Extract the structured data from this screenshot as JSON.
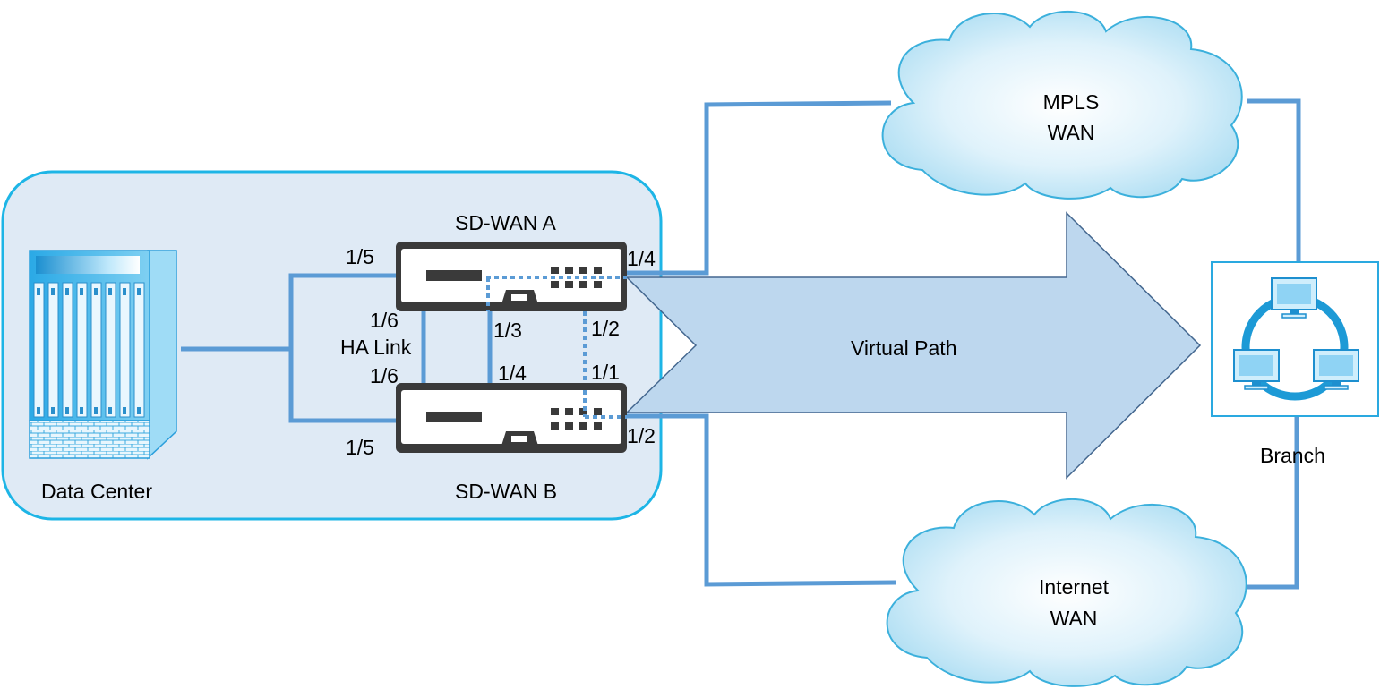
{
  "data_center": {
    "label": "Data Center"
  },
  "sdwan_a": {
    "label": "SD-WAN A"
  },
  "sdwan_b": {
    "label": "SD-WAN B"
  },
  "ports": {
    "a_left": "1/5",
    "a_right": "1/4",
    "a_ha": "1/6",
    "a_mid": "1/3",
    "a_down": "1/2",
    "b_left": "1/5",
    "b_right": "1/2",
    "b_ha": "1/6",
    "b_mid": "1/4",
    "b_up": "1/1"
  },
  "ha_link": {
    "label": "HA Link"
  },
  "virtual_path": {
    "label": "Virtual Path"
  },
  "mpls": {
    "line1": "MPLS",
    "line2": "WAN"
  },
  "internet": {
    "line1": "Internet",
    "line2": "WAN"
  },
  "branch": {
    "label": "Branch"
  },
  "colors": {
    "link": "#5b9bd5",
    "dc_box_fill": "#dfeaf5",
    "dc_box_border": "#1db5e6",
    "arrow_fill": "#bdd7ee",
    "arrow_stroke": "#44678f",
    "appliance": "#3a3a3a",
    "cloud_edge": "#3bb0dc"
  }
}
